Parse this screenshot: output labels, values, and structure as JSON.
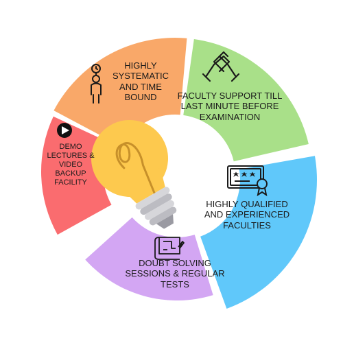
{
  "segments": [
    {
      "id": "systematic",
      "label": "HIGHLY\nSYSTEMATIC\nAND TIME\nBOUND",
      "color": "#f9a869",
      "icon": "timer-person-icon"
    },
    {
      "id": "faculty-support",
      "label": "FACULTY SUPPORT TILL\nLAST MINUTE BEFORE\nEXAMINATION",
      "color": "#a9e089",
      "icon": "handshake-icon"
    },
    {
      "id": "qualified",
      "label": "HIGHLY QUALIFIED\nAND EXPERIENCED\nFACULTIES",
      "color": "#60c8fa",
      "icon": "certificate-icon"
    },
    {
      "id": "doubt",
      "label": "DOUBT SOLVING\nSESSIONS & REGULAR\nTESTS",
      "color": "#d3a6f3",
      "icon": "blueprint-icon"
    },
    {
      "id": "demo",
      "label": "DEMO\nLECTURES &\nVIDEO\nBACKUP\nFACILITY",
      "color": "#fa6c6f",
      "icon": "play-button-icon"
    }
  ],
  "center": {
    "icon": "lightbulb-icon",
    "bulb_color": "#fdc94e",
    "base_color": "#bcbcc2"
  }
}
